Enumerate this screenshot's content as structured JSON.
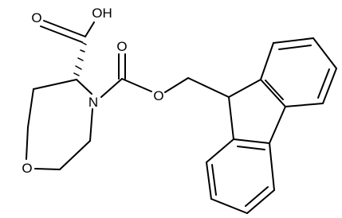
{
  "molecule": {
    "atoms": {
      "acid_oxo": "O",
      "acid_hydroxyl": "OH",
      "carbamate_oxo": "O",
      "ester_oxygen": "O",
      "ring_nitrogen": "N",
      "ring_oxygen": "O"
    },
    "stereocenter": {
      "type": "hashed-wedge"
    },
    "colors": {
      "bond": "#000000",
      "label": "#000000",
      "background": "#ffffff"
    }
  }
}
